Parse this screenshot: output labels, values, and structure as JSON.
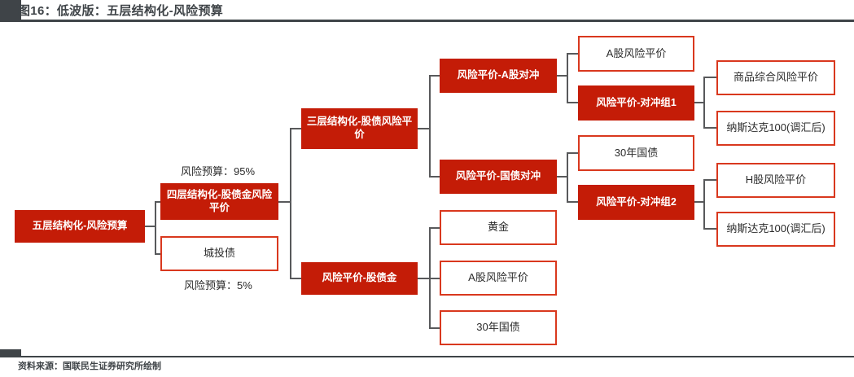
{
  "header": {
    "title": "图16：低波版：五层结构化-风险预算"
  },
  "footer": {
    "source": "资料来源：国联民生证券研究所绘制"
  },
  "colors": {
    "accent_red": "#C41C07",
    "outline_red": "#D9381E",
    "line_gray": "#58595b",
    "header_gray": "#3f4448"
  },
  "diagram": {
    "type": "tree",
    "root": "五层结构化-风险预算",
    "annotations": [
      {
        "id": "budget_95",
        "text": "风险预算：95%"
      },
      {
        "id": "budget_5",
        "text": "风险预算：5%"
      }
    ],
    "nodes": [
      {
        "id": "n_root",
        "label": "五层结构化-风险预算",
        "style": "filled"
      },
      {
        "id": "n_l4",
        "label": "四层结构化-股债金风险平价",
        "style": "filled"
      },
      {
        "id": "n_chengtou",
        "label": "城投债",
        "style": "outline"
      },
      {
        "id": "n_l3",
        "label": "三层结构化-股债风险平价",
        "style": "filled"
      },
      {
        "id": "n_rp_gzj",
        "label": "风险平价-股债金",
        "style": "filled"
      },
      {
        "id": "n_rp_a_hedge",
        "label": "风险平价-A股对冲",
        "style": "filled"
      },
      {
        "id": "n_rp_gz_hedge",
        "label": "风险平价-国债对冲",
        "style": "filled"
      },
      {
        "id": "n_a_rp_1",
        "label": "A股风险平价",
        "style": "outline"
      },
      {
        "id": "n_group1",
        "label": "风险平价-对冲组1",
        "style": "filled"
      },
      {
        "id": "n_bond30_1",
        "label": "30年国债",
        "style": "outline"
      },
      {
        "id": "n_group2",
        "label": "风险平价-对冲组2",
        "style": "filled"
      },
      {
        "id": "n_commodity",
        "label": "商品综合风险平价",
        "style": "outline"
      },
      {
        "id": "n_nasdaq_1",
        "label": "纳斯达克100(调汇后)",
        "style": "outline"
      },
      {
        "id": "n_hshare",
        "label": "H股风险平价",
        "style": "outline"
      },
      {
        "id": "n_nasdaq_2",
        "label": "纳斯达克100(调汇后)",
        "style": "outline"
      },
      {
        "id": "n_gold",
        "label": "黄金",
        "style": "outline"
      },
      {
        "id": "n_a_rp_2",
        "label": "A股风险平价",
        "style": "outline"
      },
      {
        "id": "n_bond30_2",
        "label": "30年国债",
        "style": "outline"
      }
    ],
    "edges": [
      {
        "from": "n_root",
        "to": "n_l4",
        "label": "风险预算：95%"
      },
      {
        "from": "n_root",
        "to": "n_chengtou",
        "label": "风险预算：5%"
      },
      {
        "from": "n_l4",
        "to": "n_l3",
        "label": ""
      },
      {
        "from": "n_l4",
        "to": "n_rp_gzj",
        "label": ""
      },
      {
        "from": "n_l3",
        "to": "n_rp_a_hedge",
        "label": ""
      },
      {
        "from": "n_l3",
        "to": "n_rp_gz_hedge",
        "label": ""
      },
      {
        "from": "n_rp_a_hedge",
        "to": "n_a_rp_1",
        "label": ""
      },
      {
        "from": "n_rp_a_hedge",
        "to": "n_group1",
        "label": ""
      },
      {
        "from": "n_rp_gz_hedge",
        "to": "n_bond30_1",
        "label": ""
      },
      {
        "from": "n_rp_gz_hedge",
        "to": "n_group2",
        "label": ""
      },
      {
        "from": "n_group1",
        "to": "n_commodity",
        "label": ""
      },
      {
        "from": "n_group1",
        "to": "n_nasdaq_1",
        "label": ""
      },
      {
        "from": "n_group2",
        "to": "n_hshare",
        "label": ""
      },
      {
        "from": "n_group2",
        "to": "n_nasdaq_2",
        "label": ""
      },
      {
        "from": "n_rp_gzj",
        "to": "n_gold",
        "label": ""
      },
      {
        "from": "n_rp_gzj",
        "to": "n_a_rp_2",
        "label": ""
      },
      {
        "from": "n_rp_gzj",
        "to": "n_bond30_2",
        "label": ""
      }
    ]
  }
}
